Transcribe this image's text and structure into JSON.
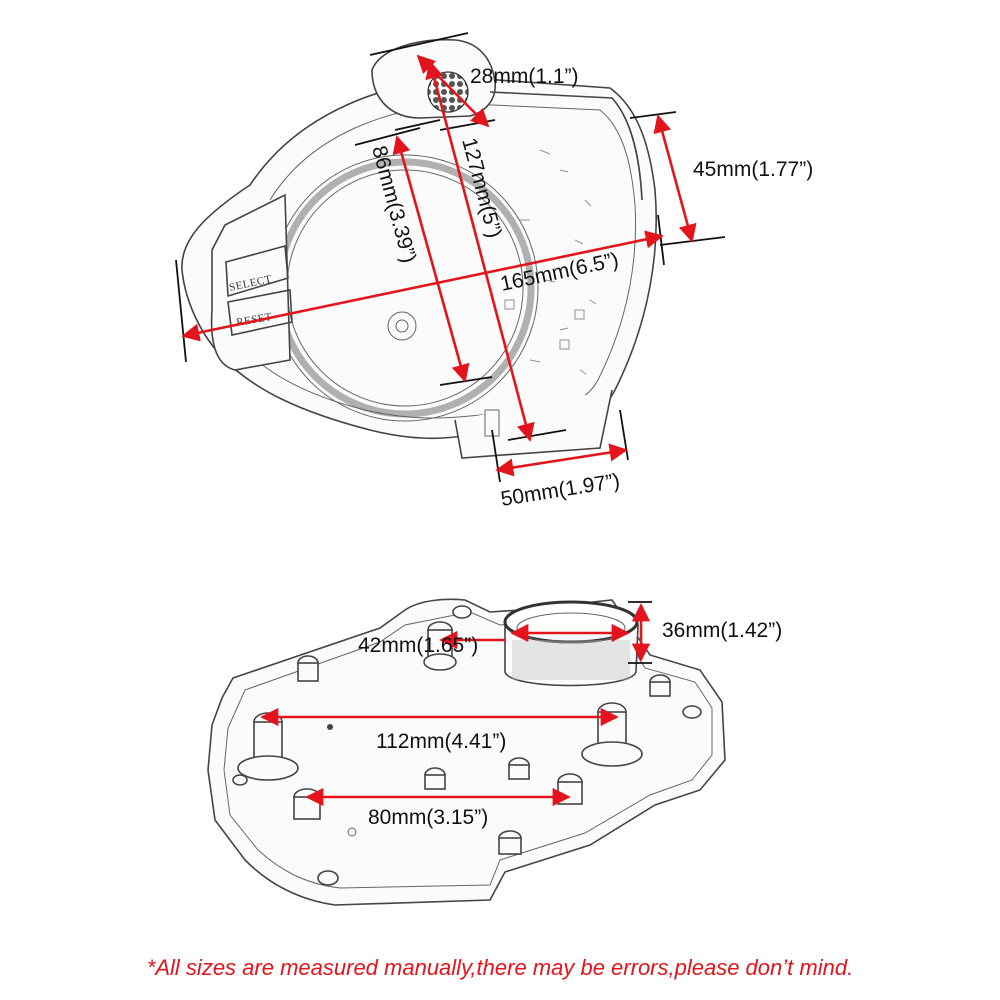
{
  "diagram": {
    "top_view": {
      "buttons": [
        "SELECT",
        "RESET"
      ],
      "dimensions": {
        "sensor": "28mm(1.1”)",
        "height": "127mm(5”)",
        "display": "86mm(3.39”)",
        "right_side": "45mm(1.77”)",
        "width": "165mm(6.5”)",
        "bottom_tab": "50mm(1.97”)"
      }
    },
    "bottom_view": {
      "dimensions": {
        "post_spacing_small": "42mm(1.65”)",
        "connector_height": "36mm(1.42”)",
        "mount_spacing_wide": "112mm(4.41”)",
        "mount_spacing_narrow": "80mm(3.15”)"
      }
    },
    "disclaimer": "*All sizes are measured manually,there may be errors,please don’t mind."
  },
  "colors": {
    "dimension_red": "#e3141c",
    "outline": "#444444"
  }
}
